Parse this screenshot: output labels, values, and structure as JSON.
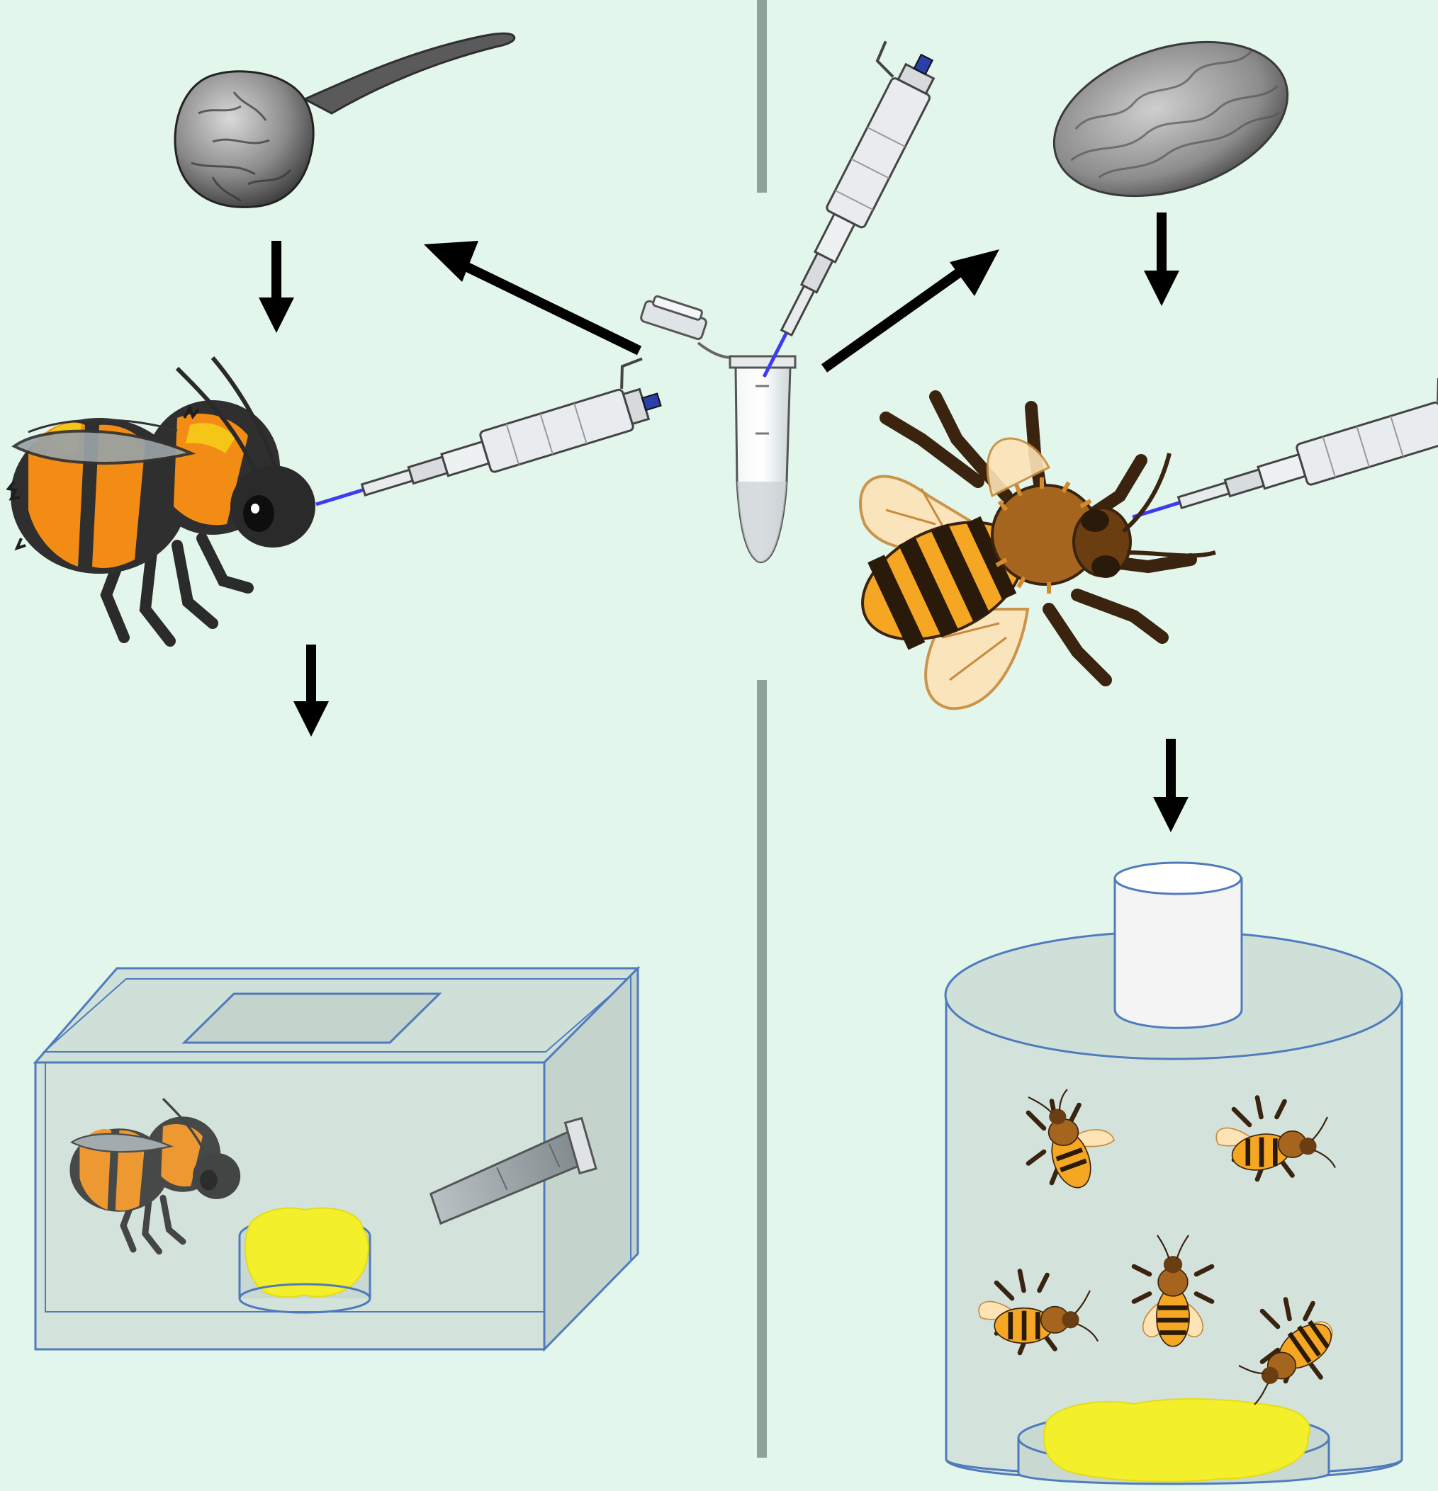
{
  "figure": {
    "background_color": "#e3f6ec",
    "divider_color": "#8fa198",
    "arrow_color": "#000000",
    "pipette_tip_color": "#3d3df0",
    "container_stroke_color": "#4f7bbd",
    "container_fill_color": "#d3e3db",
    "pollen_color": "#f3ef2a"
  },
  "left_panel": {
    "parasite_icon": "flagellated-parasite-micrograph",
    "host_icon": "bumblebee",
    "enclosure_icon": "transparent-box-cage",
    "enclosure_contents": [
      "bumblebee",
      "pollen-dish",
      "feeder-tube"
    ]
  },
  "center": {
    "tube_icon": "microcentrifuge-tube",
    "pipette_icon": "micropipette"
  },
  "right_panel": {
    "parasite_icon": "oval-spore-micrograph",
    "host_icon": "honeybee",
    "enclosure_icon": "cylindrical-cage-with-feeder",
    "enclosure_bee_count": 5
  }
}
